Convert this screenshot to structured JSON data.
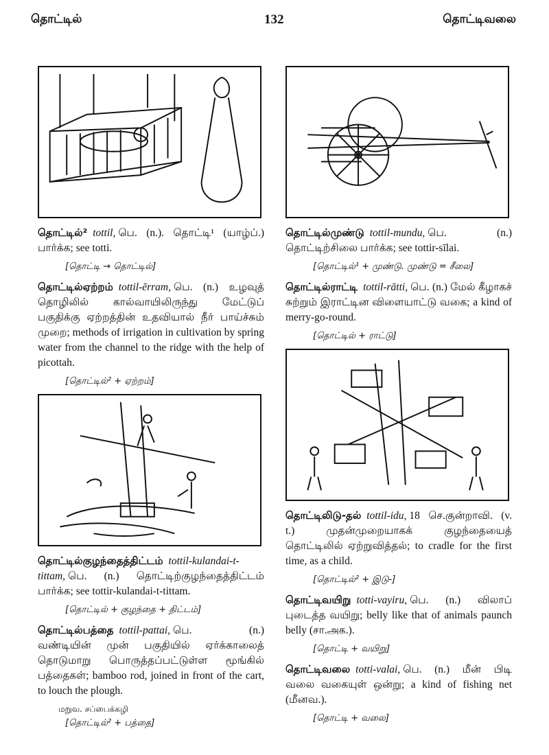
{
  "header": {
    "left": "தொட்டில்",
    "page": "132",
    "right": "தொட்டிவலை"
  },
  "left": [
    {
      "headword": "தொட்டில்²",
      "translit": "tottil,",
      "body": "பெ. (n.). தொட்டி¹ (யாழ்ப்.) பார்க்க; see totti.",
      "ety": "[தொட்டி → தொட்டில்]"
    },
    {
      "headword": "தொட்டில்ஏற்றம்",
      "translit": "tottil-ērram,",
      "body": "பெ. (n.) உழவுத் தொழிலில் கால்வாயிலிருந்து மேட்டுப் பகுதிக்கு ஏற்றத்தின் உதவியால் நீர் பாய்ச்சும் முறை; methods of irrigation in cultivation by spring water from the channel to the ridge with the help of picottah.",
      "ety": "[தொட்டில்² + ஏற்றம்]"
    },
    {
      "headword": "தொட்டில்குழந்தைத்திட்டம்",
      "translit": "tottil-kulandai-t-tittam,",
      "body": "பெ. (n.) தொட்டிற்குழந்தைத்திட்டம் பார்க்க; see tottir-kulandai-t-tittam.",
      "ety": "[தொட்டில் + குழந்தை + திட்டம்]"
    },
    {
      "headword": "தொட்டில்பத்தை",
      "translit": "tottil-pattai,",
      "body": "பெ. (n.) வண்டியின் முன் பகுதியில் ஏர்க்காலைத் தொடுமாறு பொருத்தப்பட்டுள்ள மூங்கில் பத்தைகள்; bamboo rod, joined in front of the cart, to louch the plough.",
      "syn": "மறுவ. சப்பைக்கழி",
      "ety": "[தொட்டில்² + பத்தை]"
    }
  ],
  "right": [
    {
      "headword": "தொட்டில்முண்டு",
      "translit": "tottil-mundu,",
      "body": "பெ. (n.) தொட்டிற்சிலை பார்க்க; see tottir-sīlai.",
      "ety": "[தொட்டில்¹ + முண்டு. முண்டு = சீலை]"
    },
    {
      "headword": "தொட்டில்ராட்டி",
      "translit": "tottil-rātti,",
      "body": "பெ. (n.) மேல் கீழாகச் சுற்றும் இராட்டின விளையாட்டு வகை; a kind of merry-go-round.",
      "ety": "[தொட்டில் + ராட்டு]"
    },
    {
      "headword": "தொட்டிலிடு-தல்",
      "translit": "tottil-idu,",
      "body": "18 செ.குன்றாவி. (v. t.) முதன்முறையாகக் குழந்தையைத் தொட்டிலில் ஏற்றுவித்தல்; to cradle for the first time, as a child.",
      "ety": "[தொட்டில்² + இடு-]"
    },
    {
      "headword": "தொட்டிவயிறு",
      "translit": "totti-vayiru,",
      "body": "பெ. (n.) விலாப் புடைத்த வயிறு; belly like that of animals paunch belly (சா.அக.).",
      "ety": "[தொட்டி + வயிறு]"
    },
    {
      "headword": "தொட்டிவலை",
      "translit": "totti-valai,",
      "body": "பெ. (n.) மீன் பிடி வலை வகையுள் ஒன்று; a kind of fishing net (மீனவ.).",
      "ety": "[தொட்டி + வலை]"
    }
  ]
}
